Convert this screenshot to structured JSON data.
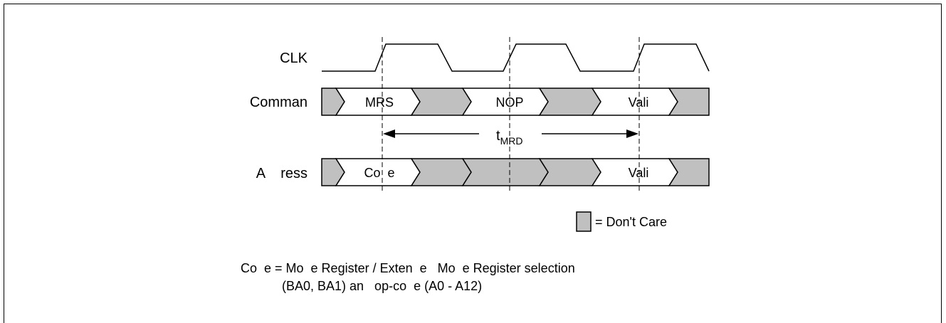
{
  "signals": {
    "clk": "CLK",
    "command": "Comman",
    "address": "A    ress"
  },
  "command_states": [
    "MRS",
    "NOP",
    "Vali"
  ],
  "address_states": [
    "Co  e",
    "Vali"
  ],
  "timing": {
    "symbol": "t",
    "subscript": "MRD"
  },
  "legend": {
    "label": "= Don't Care"
  },
  "note": {
    "line1": "Co  e = Mo  e Register / Exten  e   Mo  e Register selection",
    "line2": "(BA0, BA1) an   op-co  e (A0 - A12)"
  },
  "colors": {
    "dont_care": "#c0c0c0",
    "line": "#000000"
  }
}
